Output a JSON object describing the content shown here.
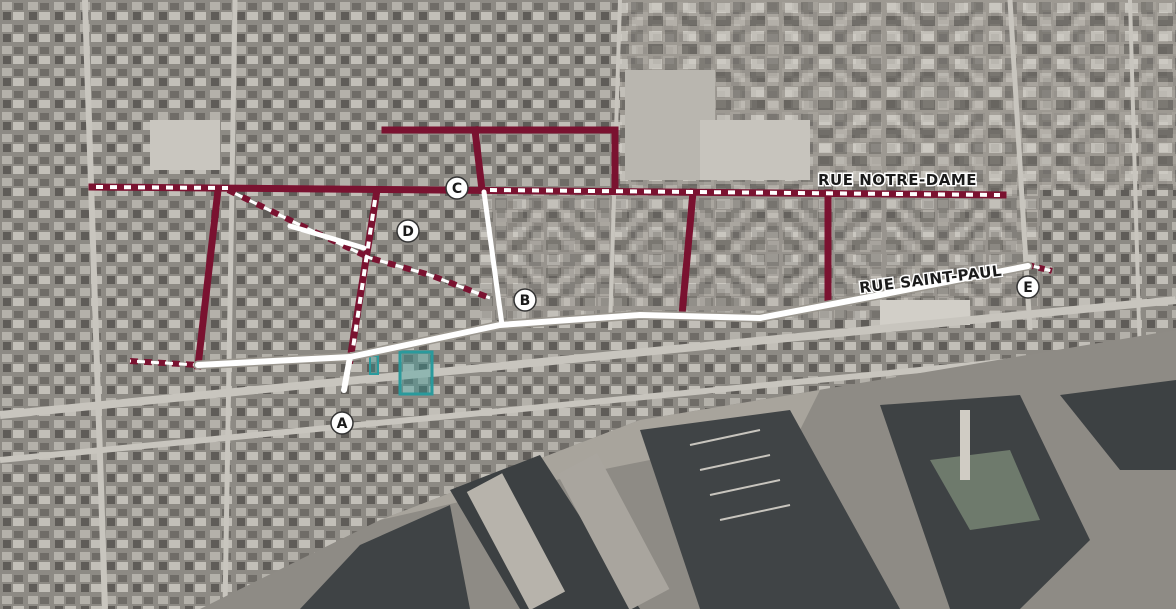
{
  "streets": {
    "notre_dame": "RUE NOTRE-DAME",
    "saint_paul": "RUE SAINT-PAUL"
  },
  "markers": {
    "a": "A",
    "b": "B",
    "c": "C",
    "d": "D",
    "e": "E"
  },
  "colors": {
    "route_primary": "#7a1230",
    "route_secondary": "#ffffff",
    "highlight_area": "#2a9a9c",
    "water": "#3f4345",
    "ground": "#9a968e"
  }
}
